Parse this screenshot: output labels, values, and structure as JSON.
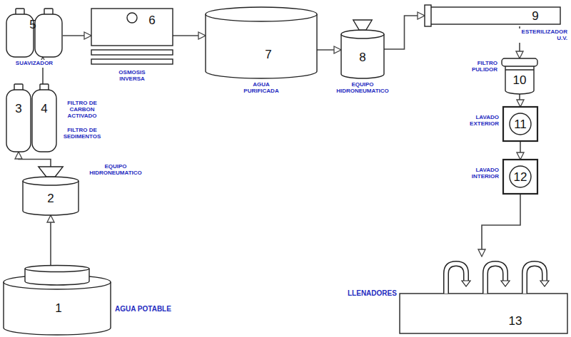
{
  "diagram": {
    "nodes": [
      {
        "text": [
          "1",
          "AGUA POTABLE"
        ]
      },
      {
        "text": [
          "2",
          "EQUIPO HIDRONEUMATICO"
        ]
      },
      {
        "text": [
          "3",
          "FILTRO DE SEDIMENTOS"
        ]
      },
      {
        "text": [
          "4",
          "FILTRO DE CARBON ACTIVADO"
        ]
      },
      {
        "text": [
          "5",
          "SUAVIZADOR"
        ]
      },
      {
        "text": [
          "6",
          "OSMOSIS INVERSA"
        ]
      },
      {
        "text": [
          "7",
          "AGUA PURIFICADA"
        ]
      },
      {
        "text": [
          "8",
          "EQUIPO HIDRONEUMATICO"
        ]
      },
      {
        "text": [
          "9",
          "ESTERILIZADOR U.V."
        ]
      },
      {
        "text": [
          "10",
          "FILTRO PULIDOR"
        ]
      },
      {
        "text": [
          "11",
          "LAVADO EXTERIOR"
        ]
      },
      {
        "text": [
          "12",
          "LAVADO INTERIOR"
        ]
      },
      {
        "text": [
          "13",
          "LLENADORES"
        ]
      }
    ],
    "edges": [
      {
        "from": 0,
        "to": 1,
        "arrow": "to"
      },
      {
        "from": 1,
        "to": 2,
        "arrow": "to"
      },
      {
        "from": 3,
        "to": 4,
        "arrow": "to"
      },
      {
        "from": 4,
        "to": 5,
        "arrow": "to"
      },
      {
        "from": 5,
        "to": 6,
        "arrow": "to"
      },
      {
        "from": 6,
        "to": 7,
        "arrow": "to"
      },
      {
        "from": 7,
        "to": 8,
        "arrow": "to"
      },
      {
        "from": 8,
        "to": 9,
        "arrow": "to"
      },
      {
        "from": 9,
        "to": 10,
        "arrow": "to"
      },
      {
        "from": 10,
        "to": 11,
        "arrow": "to"
      },
      {
        "from": 11,
        "to": 12,
        "arrow": "to"
      }
    ]
  }
}
